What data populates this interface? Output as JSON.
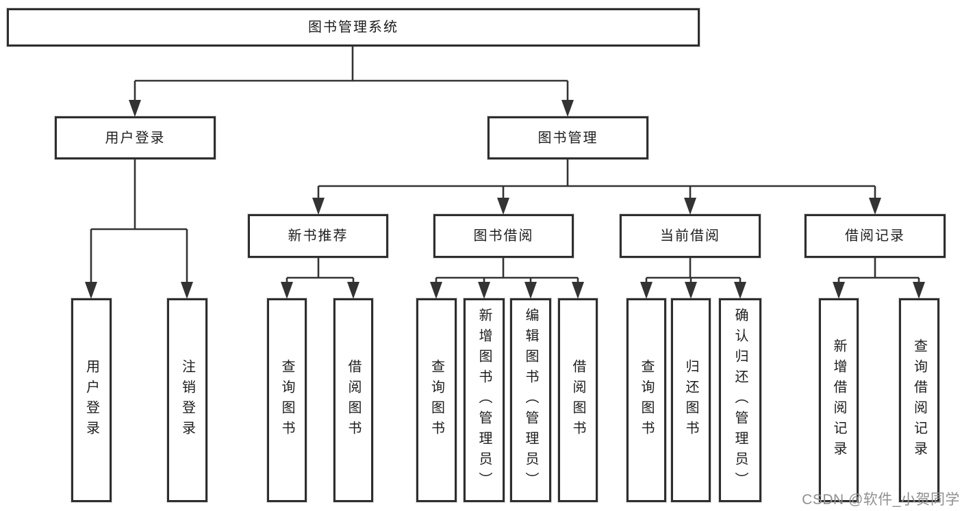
{
  "colors": {
    "line": "#333333",
    "border": "#2e2e2e",
    "text": "#1d1d1d",
    "watermark": "#8f8f8f"
  },
  "tree": {
    "root": {
      "label": "图书管理系统",
      "children": [
        {
          "label": "用户登录",
          "children": [
            {
              "label": "用户登录"
            },
            {
              "label": "注销登录"
            }
          ]
        },
        {
          "label": "图书管理",
          "children": [
            {
              "label": "新书推荐",
              "children": [
                {
                  "label": "查询图书"
                },
                {
                  "label": "借阅图书"
                }
              ]
            },
            {
              "label": "图书借阅",
              "children": [
                {
                  "label": "查询图书"
                },
                {
                  "label": "新增图书（管理员）"
                },
                {
                  "label": "编辑图书（管理员）"
                },
                {
                  "label": "借阅图书"
                }
              ]
            },
            {
              "label": "当前借阅",
              "children": [
                {
                  "label": "查询图书"
                },
                {
                  "label": "归还图书"
                },
                {
                  "label": "确认归还（管理员）"
                }
              ]
            },
            {
              "label": "借阅记录",
              "children": [
                {
                  "label": "新增借阅记录"
                },
                {
                  "label": "查询借阅记录"
                }
              ]
            }
          ]
        }
      ]
    }
  },
  "watermark": {
    "text": "CSDN @软件_小贺同学"
  }
}
